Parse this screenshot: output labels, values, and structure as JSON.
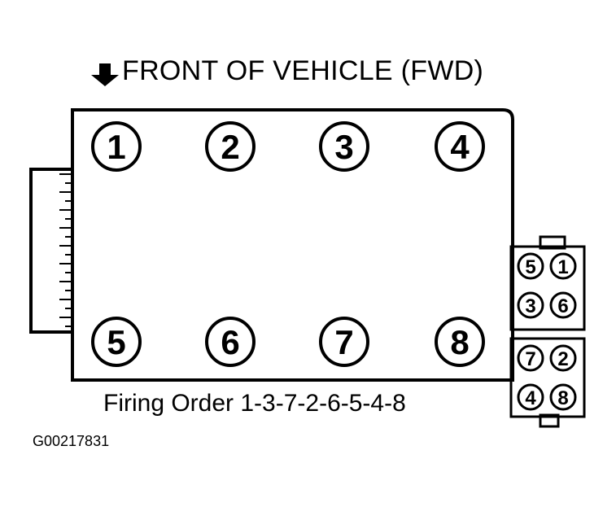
{
  "heading": {
    "text": "FRONT OF VEHICLE (FWD)",
    "arrow_icon": "arrow-down-icon"
  },
  "cylinders": {
    "top_row": [
      "1",
      "2",
      "3",
      "4"
    ],
    "bottom_row": [
      "5",
      "6",
      "7",
      "8"
    ]
  },
  "coil_pack_upper": {
    "terminals": [
      "5",
      "1",
      "3",
      "6"
    ]
  },
  "coil_pack_lower": {
    "terminals": [
      "7",
      "2",
      "4",
      "8"
    ]
  },
  "firing_order": {
    "text": "Firing Order 1-3-7-2-6-5-4-8"
  },
  "figure_id": "G00217831",
  "colors": {
    "ink": "#000000",
    "background": "#ffffff"
  }
}
